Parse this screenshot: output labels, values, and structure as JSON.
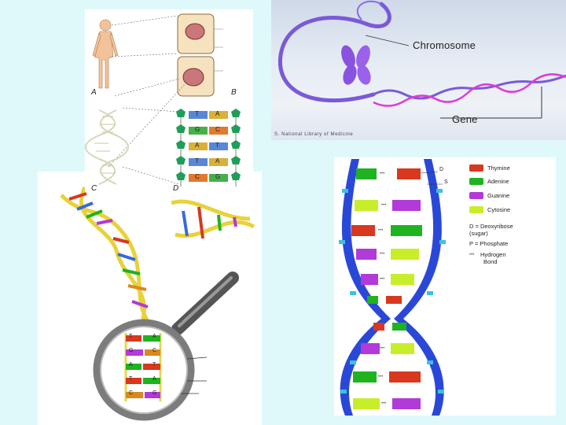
{
  "chromosome_panel": {
    "chromosome_label": "Chromosome",
    "gene_label": "Gene",
    "credit": "S. National Library of Medicine"
  },
  "body_panel": {
    "letters": [
      "A",
      "B",
      "C",
      "D"
    ],
    "ladder_pairs": [
      {
        "left": "T",
        "right": "A"
      },
      {
        "left": "G",
        "right": "C"
      },
      {
        "left": "A",
        "right": "T"
      },
      {
        "left": "T",
        "right": "A"
      },
      {
        "left": "C",
        "right": "G"
      }
    ]
  },
  "magnifier": {
    "pairs": [
      {
        "left": "T",
        "right": "A"
      },
      {
        "left": "G",
        "right": "C"
      },
      {
        "left": "A",
        "right": "T"
      },
      {
        "left": "T",
        "right": "A"
      },
      {
        "left": "C",
        "right": "G"
      }
    ]
  },
  "bases_panel": {
    "strand_labels": {
      "d": "D",
      "s": "S"
    },
    "legend": [
      {
        "label": "Thymine",
        "color": "#d8381e"
      },
      {
        "label": "Adenine",
        "color": "#1fb31f"
      },
      {
        "label": "Guanine",
        "color": "#b23ad8"
      },
      {
        "label": "Cytosine",
        "color": "#c8ee2a"
      }
    ],
    "notes": [
      {
        "text": "D = Deoxyribose"
      },
      {
        "text": "(sugar)"
      },
      {
        "text": "P = Phosphate"
      },
      {
        "text": "Hydrogen"
      },
      {
        "text": "Bond"
      }
    ],
    "hbond_symbol": "•••"
  }
}
